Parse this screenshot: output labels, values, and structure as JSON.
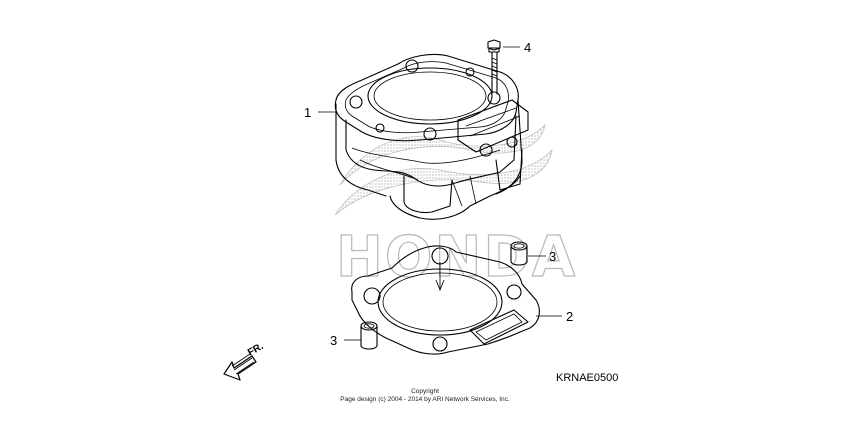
{
  "diagram": {
    "part_code": "KRNAE0500",
    "direction_label": "FR.",
    "watermark_text": "HONDA",
    "copyright_line1": "Copyright",
    "copyright_line2": "Page design (c) 2004 - 2014 by ARI Network Services, Inc.",
    "callouts": [
      {
        "number": "1",
        "part": "cylinder"
      },
      {
        "number": "2",
        "part": "cylinder-gasket"
      },
      {
        "number": "3",
        "part": "dowel-pin-right"
      },
      {
        "number": "3",
        "part": "dowel-pin-left"
      },
      {
        "number": "4",
        "part": "bolt"
      }
    ]
  },
  "colors": {
    "line": "#000000",
    "watermark": "#b9b9b9",
    "background": "#ffffff"
  }
}
